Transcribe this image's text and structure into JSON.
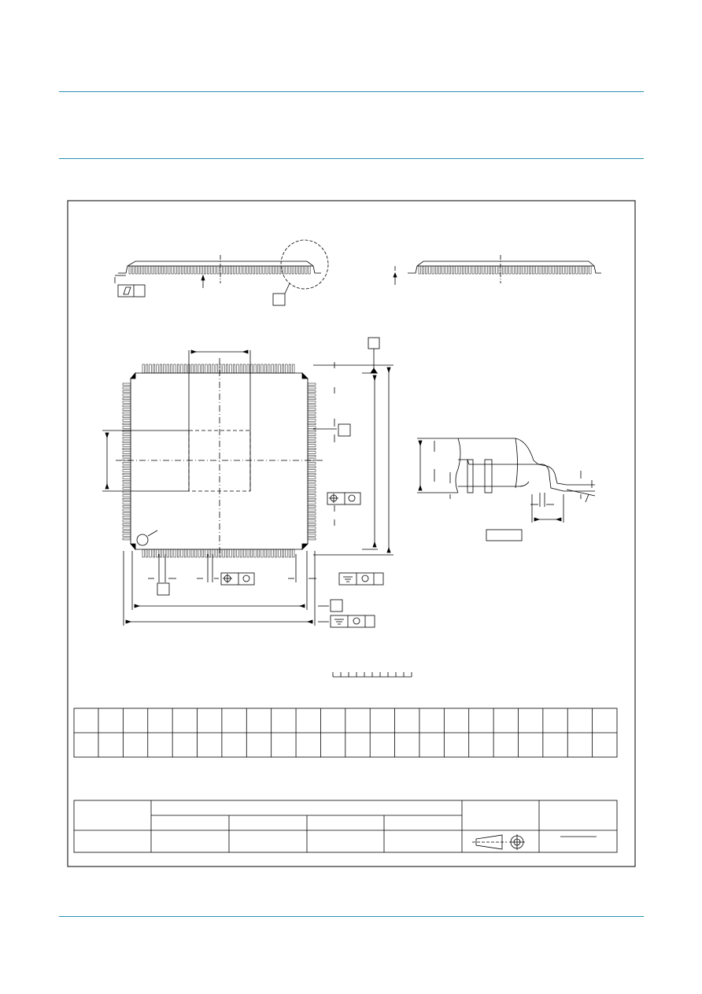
{
  "page": {
    "rule_color": "#2a8fb3",
    "line_color": "#000000"
  },
  "drawing": {
    "scale_ticks": 10,
    "dimension_table": {
      "columns": 22,
      "rows": 2
    },
    "outline_table": {
      "top_row_label_split": 4
    }
  }
}
